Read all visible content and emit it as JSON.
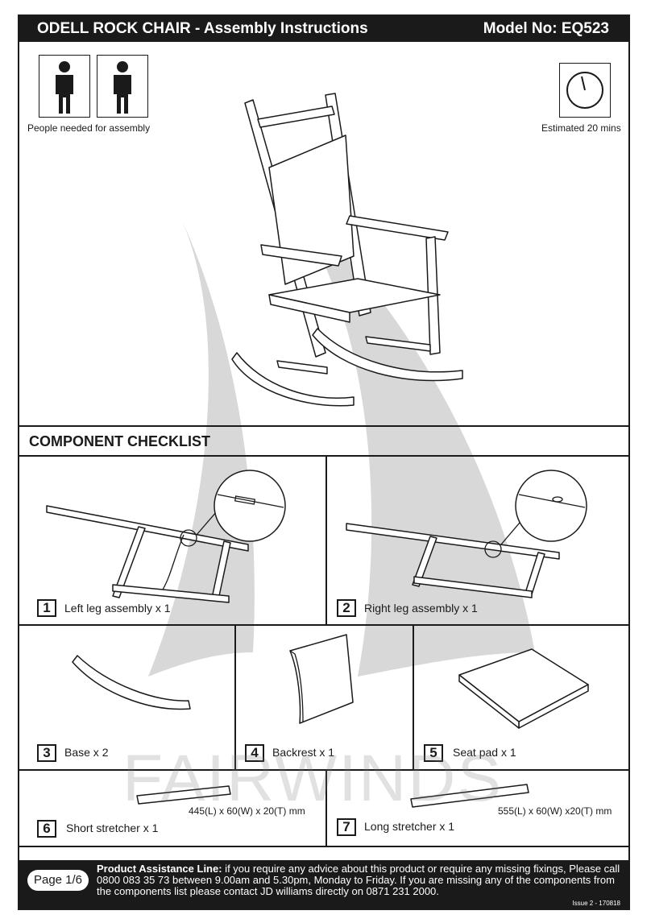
{
  "header": {
    "title": "ODELL ROCK CHAIR - Assembly Instructions",
    "model": "Model No: EQ523"
  },
  "intro": {
    "people_caption": "People needed for assembly",
    "time_caption": "Estimated 20 mins"
  },
  "checklist": {
    "title": "COMPONENT CHECKLIST",
    "items": [
      {
        "num": "1",
        "label": "Left leg assembly x 1"
      },
      {
        "num": "2",
        "label": "Right leg assembly x 1"
      },
      {
        "num": "3",
        "label": "Base x 2"
      },
      {
        "num": "4",
        "label": "Backrest x 1"
      },
      {
        "num": "5",
        "label": "Seat pad x 1"
      },
      {
        "num": "6",
        "label": "Short stretcher x 1",
        "dims": "445(L) x 60(W) x 20(T) mm"
      },
      {
        "num": "7",
        "label": "Long stretcher x 1",
        "dims": "555(L) x 60(W) x20(T) mm"
      }
    ]
  },
  "watermark": "FAIRWINDS",
  "footer": {
    "page": "Page 1/6",
    "assist_title": "Product Assistance Line:",
    "assist_text": " if you require any advice about this product or require any missing fixings, Please call 0800 083 35 73 between 9.00am and 5.30pm, Monday to Friday. If you are missing any of the components from the components list please contact JD williams directly on 0871 231 2000.",
    "issue": "Issue 2 - 170818"
  }
}
